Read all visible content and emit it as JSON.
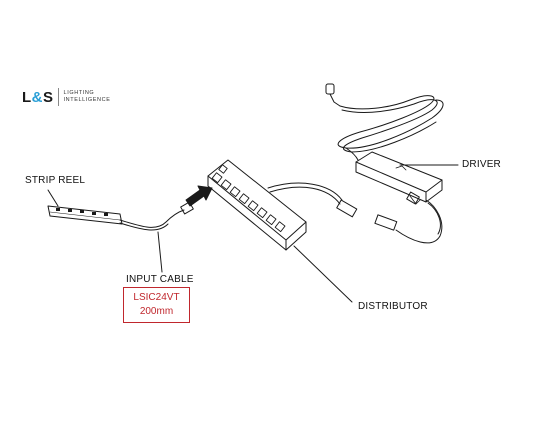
{
  "logo": {
    "mark_left": "L",
    "mark_amp": "&",
    "mark_right": "S",
    "tagline_line1": "LIGHTING",
    "tagline_line2": "INTELLIGENCE",
    "accent_color": "#2a9fd6"
  },
  "labels": {
    "strip_reel": "STRIP REEL",
    "input_cable": "INPUT CABLE",
    "driver": "DRIVER",
    "distributor": "DISTRIBUTOR"
  },
  "spec": {
    "part_number": "LSIC24VT",
    "length": "200mm",
    "color": "#c0272d"
  }
}
